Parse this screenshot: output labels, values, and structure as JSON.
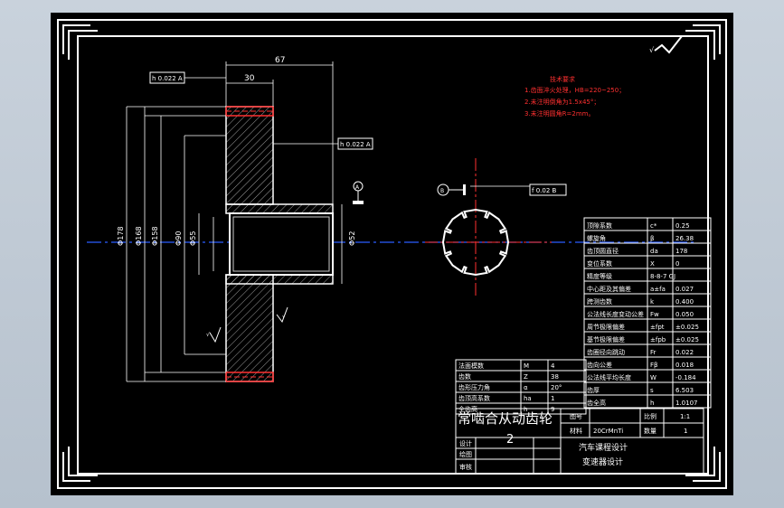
{
  "drawing": {
    "title_cn": "齿轮",
    "title_block": {
      "part_name": "常啮合从动齿轮",
      "part_no": "2",
      "drawing_no_label": "图号",
      "material_label": "材料",
      "material": "20CrMnTi",
      "scale_label": "比例",
      "scale": "1:1",
      "qty_label": "数量",
      "qty": "1",
      "course": "汽车课程设计",
      "subject": "变速器设计",
      "design_label": "设计",
      "draw_label": "绘图",
      "check_label": "审核"
    },
    "tech_req": {
      "heading": "技术要求",
      "items": [
        "1.齿面淬火处理，HB=220~250；",
        "2.未注明倒角为1.5x45°；",
        "3.未注明圆角R=2mm。"
      ]
    },
    "dims": {
      "top_overall": "67",
      "top_hub": "30",
      "tol_top": "h 0.022 A",
      "tol_mid": "h 0.022 A",
      "tol_right": "f 0.02 B",
      "datum_a": "A",
      "datum_b": "B",
      "d1": "Φ178",
      "d2": "Φ168",
      "d3": "Φ158",
      "d4": "Φ90",
      "d5": "Φ55",
      "d6": "Φ52",
      "rough_top": "√",
      "rough_left": "√",
      "rough_right": "√"
    },
    "params_main": [
      [
        "法面模数",
        "M",
        "4"
      ],
      [
        "齿数",
        "Z",
        "38"
      ],
      [
        "齿形压力角",
        "α",
        "20°"
      ],
      [
        "齿顶高系数",
        "ha",
        "1"
      ],
      [
        "全齿高",
        "h",
        "9"
      ]
    ],
    "params_right": [
      [
        "顶隙系数",
        "c*",
        "0.25"
      ],
      [
        "螺旋角",
        "β",
        "26.38"
      ],
      [
        "齿顶圆直径",
        "da",
        "178"
      ],
      [
        "变位系数",
        "X",
        "0"
      ],
      [
        "精度等级",
        "8-8-7 GJ",
        ""
      ],
      [
        "中心距及其偏差",
        "a±fa",
        "0.027"
      ],
      [
        "跨测齿数",
        "k",
        "0.400"
      ],
      [
        "公法线长度变动公差",
        "Fw",
        "0.050"
      ],
      [
        "周节极限偏差",
        "±fpt",
        "±0.025"
      ],
      [
        "基节极限偏差",
        "±fpb",
        "±0.025"
      ],
      [
        "齿圈径向跳动",
        "Fr",
        "0.022"
      ],
      [
        "齿向公差",
        "Fβ",
        "0.018"
      ],
      [
        "公法线平均长度",
        "W",
        "-0.184"
      ],
      [
        "齿厚",
        "s",
        "6.503"
      ],
      [
        "齿全高",
        "h",
        "1.0107"
      ]
    ]
  }
}
